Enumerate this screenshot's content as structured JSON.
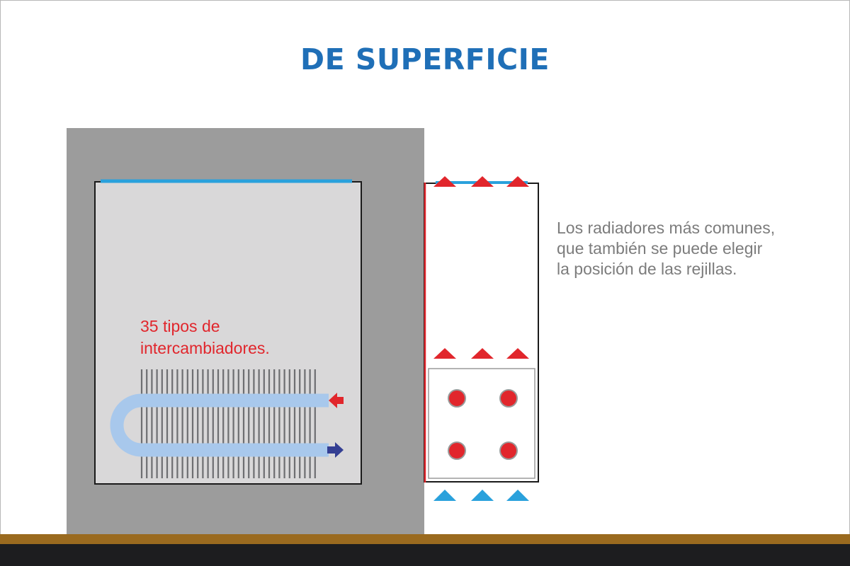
{
  "title": "DE SUPERFICIE",
  "description": {
    "lines": [
      "Los radiadores más comunes,",
      "que también se puede elegir",
      "la posición de las rejillas."
    ]
  },
  "exchanger_label": {
    "lines": [
      "35 tipos de",
      "intercambiadores."
    ]
  },
  "colors": {
    "title_blue": "#1f6fb7",
    "wall_gray": "#9c9c9c",
    "panel_light": "#d9d8d9",
    "hot_red": "#e1262c",
    "cold_blue": "#2aa1dc",
    "pipe_blue": "#a8c8ec",
    "outlet_arrow": "#343f93",
    "fin_gray": "#6d6e71",
    "floor_brown": "#9a6a1f",
    "floor_dark": "#1d1d1f"
  },
  "icons": {
    "hot_air_arrows": "red-triangle-icon",
    "cold_air_arrows": "blue-triangle-icon",
    "pipe_inlet": "red-arrow-icon",
    "pipe_outlet": "navy-arrow-icon"
  }
}
